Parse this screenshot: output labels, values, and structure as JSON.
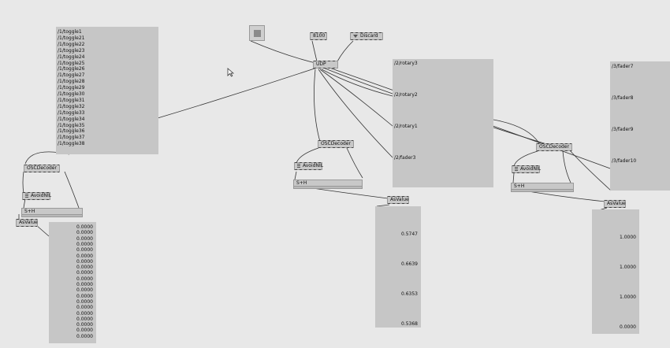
{
  "toggle_list": [
    "/1/toggle1",
    "/1/toggle21",
    "/1/toggle22",
    "/1/toggle23",
    "/1/toggle24",
    "/1/toggle25",
    "/1/toggle26",
    "/1/toggle27",
    "/1/toggle28",
    "/1/toggle29",
    "/1/toggle30",
    "/1/toggle31",
    "/1/toggle32",
    "/1/toggle33",
    "/1/toggle34",
    "/1/toggle35",
    "/1/toggle36",
    "/1/toggle37",
    "/1/toggle38"
  ],
  "udp": {
    "port": "8100",
    "label": "UDP",
    "discard": "Discard"
  },
  "rotary_panel": [
    "/2/rotary3",
    "/2/rotary2",
    "/2/rotary1",
    "/2/fader3"
  ],
  "fader_panel": [
    "/3/fader7",
    "/3/fader8",
    "/3/fader9",
    "/3/fader10"
  ],
  "nodes": {
    "osc_decoder": "OSCDecoder",
    "avoid_nil": "AvoidNIL",
    "s_h": "S+H",
    "as_value": "AsValue"
  },
  "values_left": [
    "0.0000",
    "0.0000",
    "0.0000",
    "0.0000",
    "0.0000",
    "0.0000",
    "0.0000",
    "0.0000",
    "0.0000",
    "0.0000",
    "0.0000",
    "0.0000",
    "0.0000",
    "0.0000",
    "0.0000",
    "0.0000",
    "0.0000",
    "0.0000",
    "0.0000",
    "0.0000"
  ],
  "values_mid": [
    "0.5747",
    "0.6639",
    "0.6353",
    "0.5368"
  ],
  "values_right": [
    "1.0000",
    "1.0000",
    "1.0000",
    "0.0000"
  ]
}
